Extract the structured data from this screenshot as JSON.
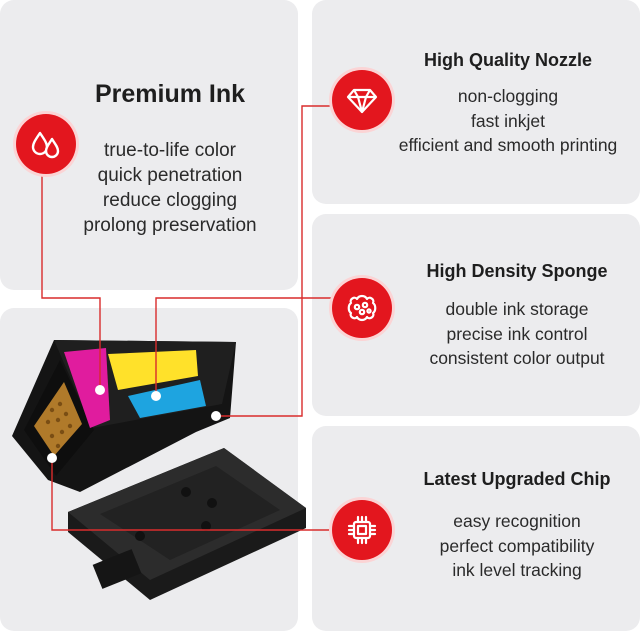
{
  "colors": {
    "accent": "#e3161e",
    "card": "#ececee"
  },
  "premium": {
    "title": "Premium Ink",
    "icon": "ink-drops-icon",
    "lines": [
      "true-to-life color",
      "quick penetration",
      "reduce clogging",
      "prolong preservation"
    ]
  },
  "nozzle": {
    "title": "High Quality Nozzle",
    "icon": "diamond-icon",
    "lines": [
      "non-clogging",
      "fast inkjet",
      "efficient and smooth printing"
    ]
  },
  "sponge": {
    "title": "High Density Sponge",
    "icon": "sponge-icon",
    "lines": [
      "double ink storage",
      "precise ink control",
      "consistent color output"
    ]
  },
  "chip": {
    "title": "Latest Upgraded Chip",
    "icon": "chip-icon",
    "lines": [
      "easy recognition",
      "perfect compatibility",
      "ink level tracking"
    ]
  }
}
